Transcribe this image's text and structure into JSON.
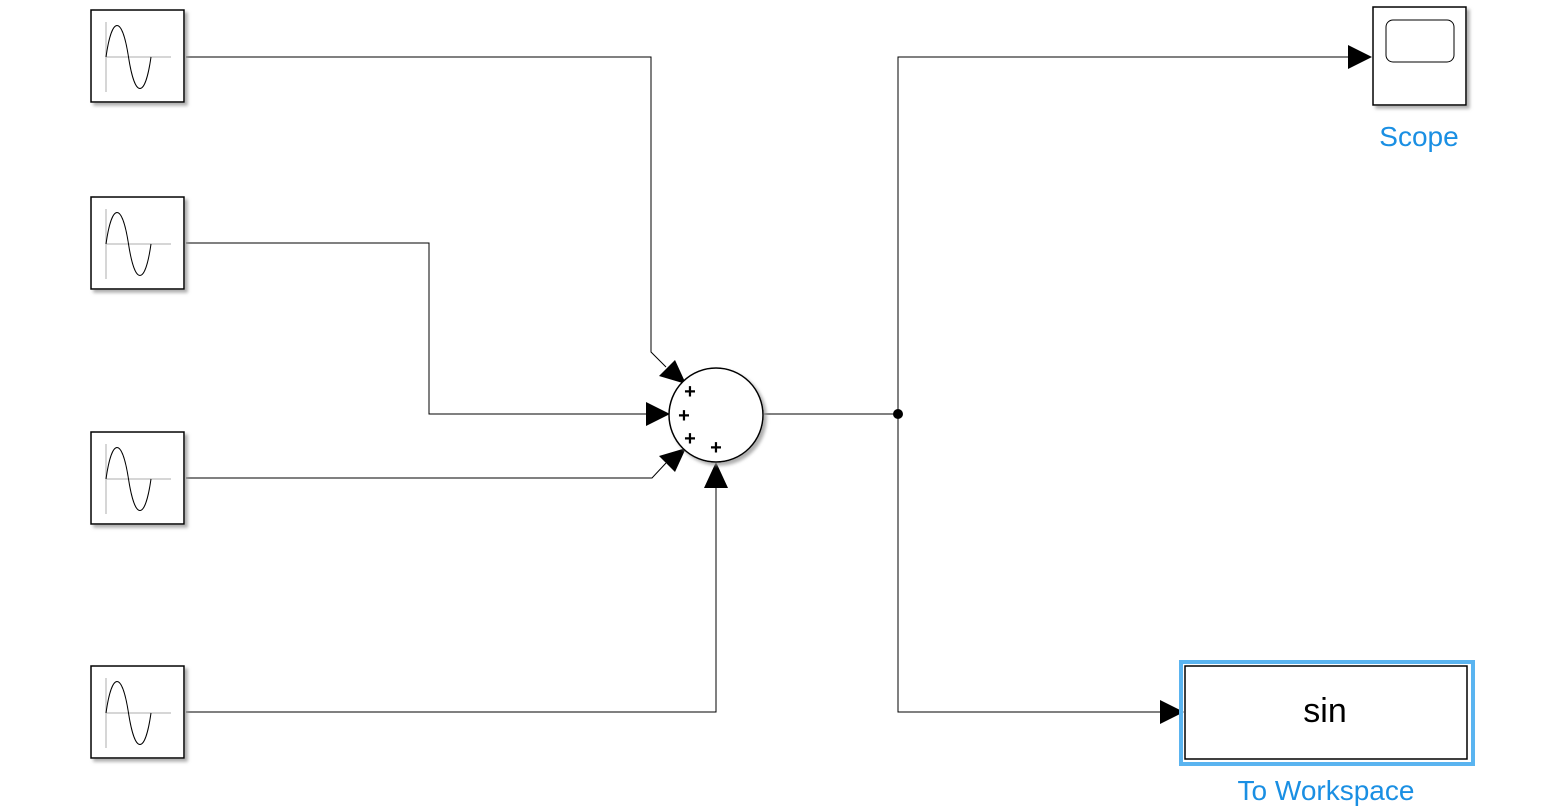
{
  "colors": {
    "line": "#000000",
    "label": "#1a8fe3",
    "selection": "#5ab4f0",
    "block_fill": "#ffffff",
    "shadow": "#b8b8b8"
  },
  "blocks": {
    "sine_waves": [
      {
        "name": "sine-wave-1",
        "icon": "sine-wave-icon"
      },
      {
        "name": "sine-wave-2",
        "icon": "sine-wave-icon"
      },
      {
        "name": "sine-wave-3",
        "icon": "sine-wave-icon"
      },
      {
        "name": "sine-wave-4",
        "icon": "sine-wave-icon"
      }
    ],
    "sum": {
      "name": "sum-block",
      "signs": [
        "+",
        "+",
        "+",
        "+"
      ]
    },
    "scope": {
      "label": "Scope",
      "icon": "scope-screen-icon"
    },
    "to_workspace": {
      "label": "To Workspace",
      "variable": "sin",
      "selected": true
    }
  }
}
